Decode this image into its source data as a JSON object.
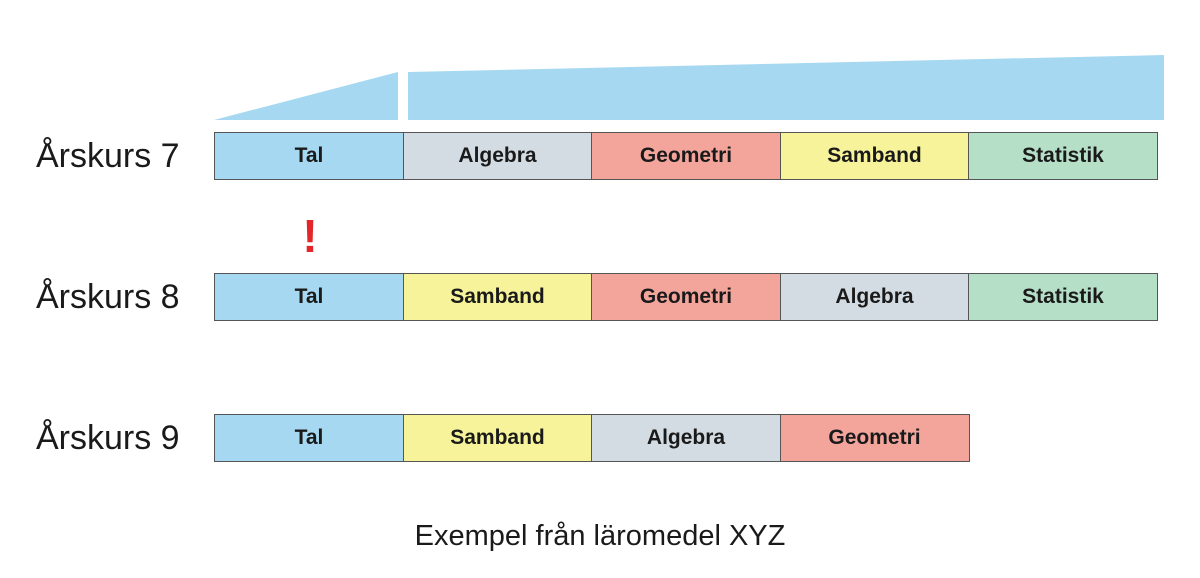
{
  "rows": [
    {
      "label": "Årskurs 7",
      "segments": [
        {
          "text": "Tal",
          "kind": "tal"
        },
        {
          "text": "Algebra",
          "kind": "algebra"
        },
        {
          "text": "Geometri",
          "kind": "geometri"
        },
        {
          "text": "Samband",
          "kind": "samband"
        },
        {
          "text": "Statistik",
          "kind": "statistik"
        }
      ]
    },
    {
      "label": "Årskurs 8",
      "segments": [
        {
          "text": "Tal",
          "kind": "tal"
        },
        {
          "text": "Samband",
          "kind": "samband"
        },
        {
          "text": "Geometri",
          "kind": "geometri"
        },
        {
          "text": "Algebra",
          "kind": "algebra"
        },
        {
          "text": "Statistik",
          "kind": "statistik"
        }
      ]
    },
    {
      "label": "Årskurs 9",
      "segments": [
        {
          "text": "Tal",
          "kind": "tal"
        },
        {
          "text": "Samband",
          "kind": "samband"
        },
        {
          "text": "Algebra",
          "kind": "algebra"
        },
        {
          "text": "Geometri",
          "kind": "geometri"
        }
      ]
    }
  ],
  "alert_symbol": "!",
  "caption": "Exempel från läromedel XYZ",
  "colors": {
    "tal": "#a6d9f1",
    "algebra": "#d3dce3",
    "geometri": "#f3a59c",
    "samband": "#f6f39a",
    "statistik": "#b6dfc8",
    "alert": "#e3262a",
    "wedge": "#a6d9f1"
  }
}
